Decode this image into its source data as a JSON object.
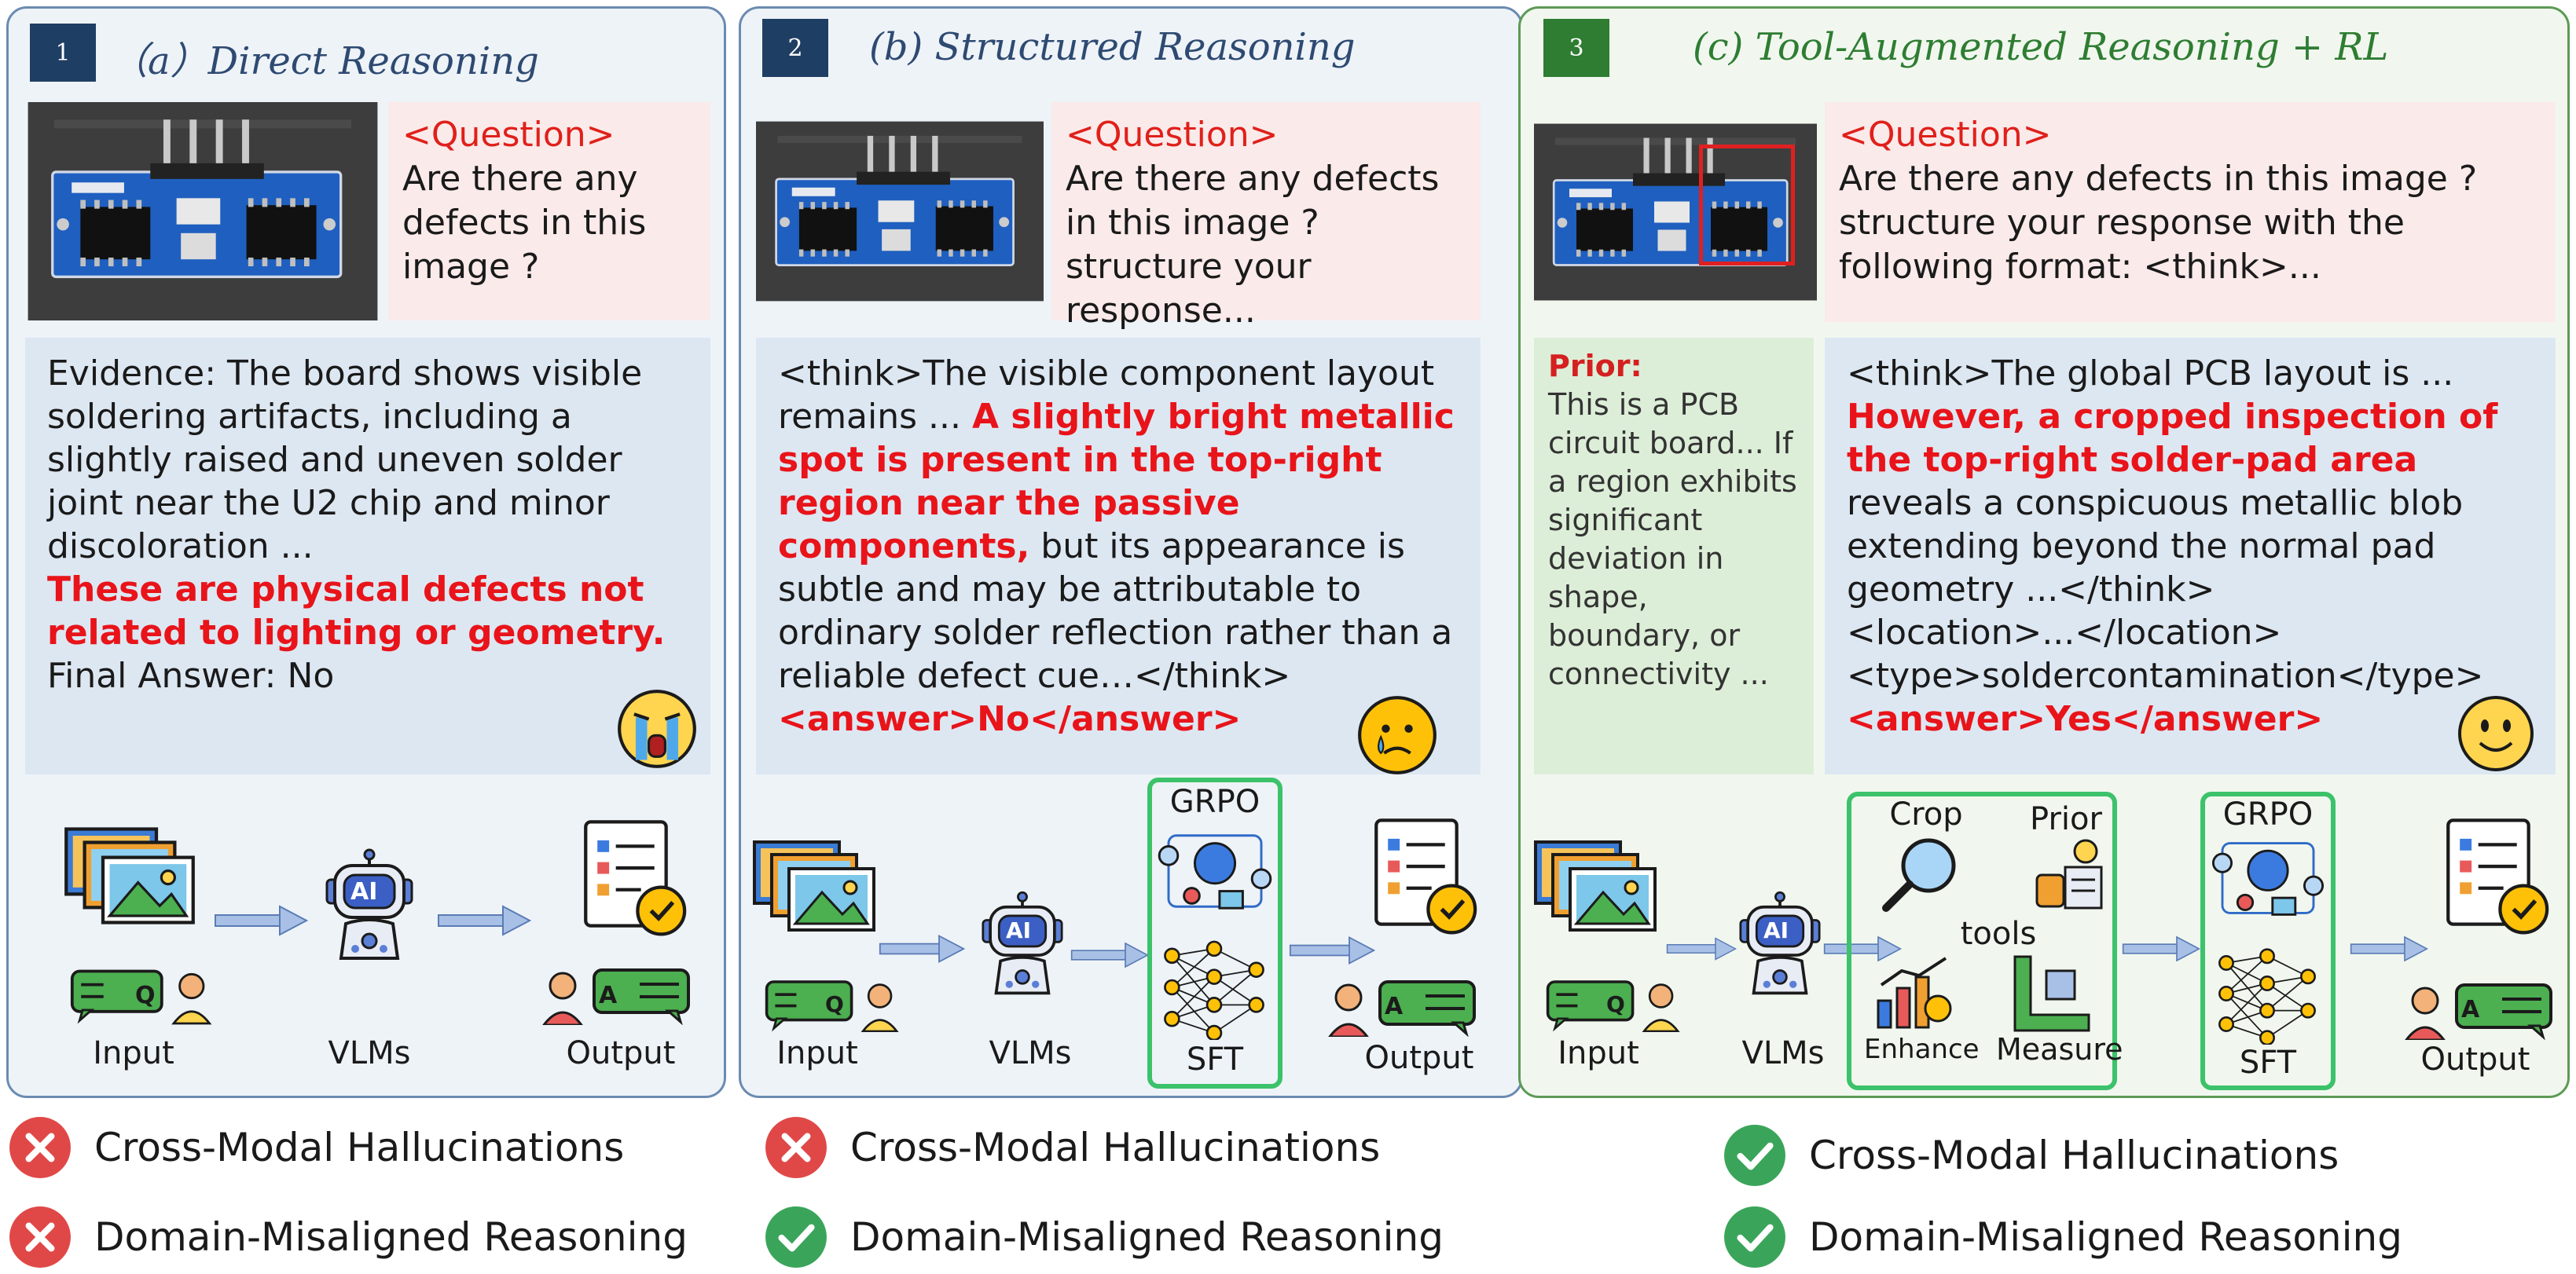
{
  "colors": {
    "panel_blue_border": "#6b8bb0",
    "panel_green_border": "#5c9a55",
    "highlight_red": "#e8141a",
    "check_green": "#3aa55a",
    "cross_red": "#e04848",
    "sft_box_green": "#3cc26a"
  },
  "panels": [
    {
      "number": "1",
      "title": "（a）Direct Reasoning",
      "question_label": "<Question>",
      "question_text": "Are there any defects in this image ?",
      "evidence": "Evidence: The board shows visible soldering artifacts, including a slightly raised and uneven solder joint near the U2 chip and minor discoloration ...",
      "evidence_red": "These are physical defects not related to lighting or geometry.",
      "final": "Final Answer: No",
      "emoji": "crying-face-icon",
      "flow": {
        "input": "Input",
        "model": "VLMs",
        "output": "Output",
        "ai_label": "AI",
        "q_label": "Q",
        "a_label": "A"
      }
    },
    {
      "number": "2",
      "title": "(b) Structured Reasoning",
      "question_label": "<Question>",
      "question_text": "Are there any defects in this image ?structure your response...",
      "think_pre": "<think>The visible component layout remains ... ",
      "think_red": "A slightly bright metallic spot is present in the top-right region near the passive components,",
      "think_post": " but its appearance is subtle and may be attributable to ordinary solder reflection rather than a reliable defect cue…</think>",
      "answer": "<answer>No</answer>",
      "emoji": "sad-face-icon",
      "flow": {
        "input": "Input",
        "model": "VLMs",
        "grpo": "GRPO",
        "sft": "SFT",
        "output": "Output",
        "ai_label": "AI",
        "q_label": "Q",
        "a_label": "A"
      }
    },
    {
      "number": "3",
      "title": "(c) Tool-Augmented Reasoning + RL",
      "question_label": "<Question>",
      "question_text": "Are there any defects in this image ? structure your response with the following format: <think>...",
      "prior_label": "Prior:",
      "prior_text": "This is a PCB circuit board... If a region exhibits significant deviation in shape, boundary, or connectivity ...",
      "think_pre": "<think>The global PCB layout is ... ",
      "think_red": "However, a cropped inspection of the top-right solder-pad area",
      "think_post": " reveals a conspicuous metallic blob extending beyond the normal pad geometry ...</think>",
      "location": " <location>...</location>",
      "type": "<type>soldercontamination</type>",
      "answer": "<answer>Yes</answer>",
      "emoji": "smiling-face-icon",
      "flow": {
        "input": "Input",
        "model": "VLMs",
        "crop": "Crop",
        "prior": "Prior",
        "tools": "tools",
        "enhance": "Enhance",
        "measure": "Measure",
        "grpo": "GRPO",
        "sft": "SFT",
        "output": "Output",
        "ai_label": "AI",
        "q_label": "Q",
        "a_label": "A"
      }
    }
  ],
  "statuses": [
    {
      "label": "Cross-Modal Hallucinations",
      "ok": false
    },
    {
      "label": "Domain-Misaligned Reasoning",
      "ok": false
    },
    {
      "label": "Cross-Modal Hallucinations",
      "ok": false
    },
    {
      "label": "Domain-Misaligned Reasoning",
      "ok": true
    },
    {
      "label": "Cross-Modal Hallucinations",
      "ok": true
    },
    {
      "label": "Domain-Misaligned Reasoning",
      "ok": true
    }
  ]
}
